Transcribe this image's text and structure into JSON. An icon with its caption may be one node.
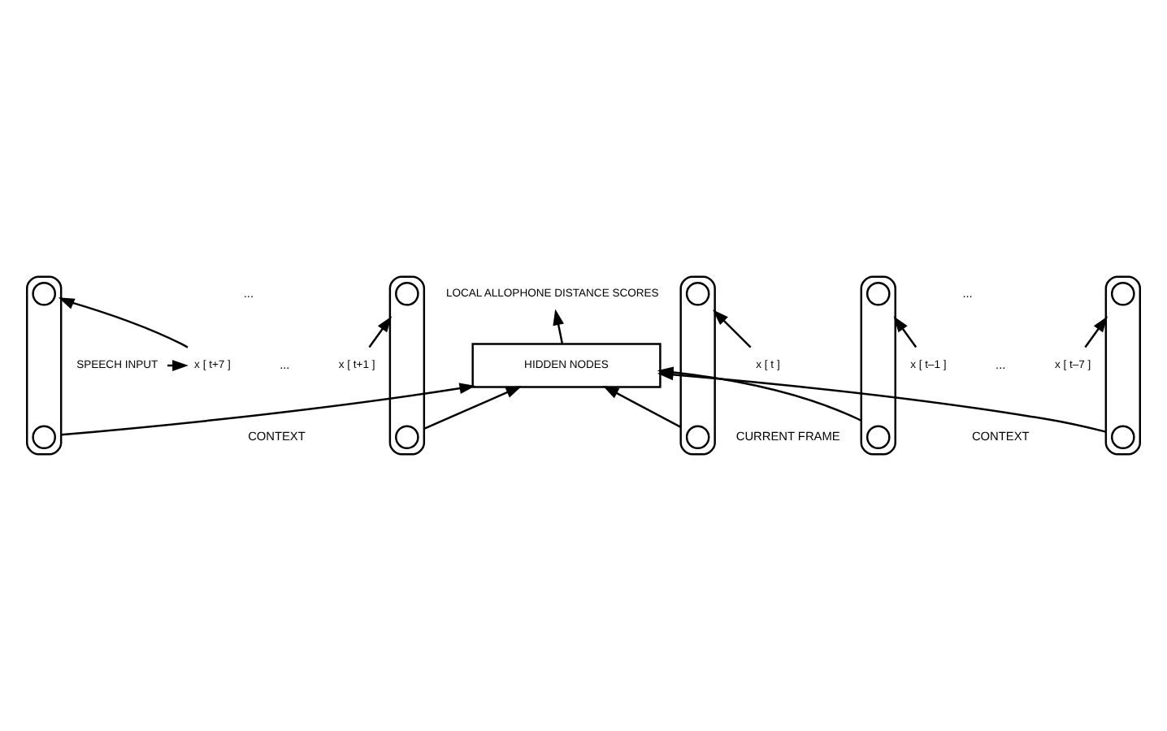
{
  "diagram": {
    "nodes": [
      {
        "text": [
          "LOCAL ALLOPHONE DISTANCE SCORES"
        ]
      },
      {
        "text": [
          "HIDDEN NODES"
        ]
      },
      {
        "text": [],
        "shape": "capsule"
      },
      {
        "text": [],
        "shape": "circle",
        "in": 2
      },
      {
        "text": [],
        "shape": "circle",
        "in": 2
      },
      {
        "text": [],
        "shape": "capsule"
      },
      {
        "text": [],
        "shape": "circle",
        "in": 5
      },
      {
        "text": [],
        "shape": "circle",
        "in": 5
      },
      {
        "text": [],
        "shape": "capsule"
      },
      {
        "text": [],
        "shape": "circle",
        "in": 8
      },
      {
        "text": [],
        "shape": "circle",
        "in": 8
      },
      {
        "text": [],
        "shape": "capsule"
      },
      {
        "text": [],
        "shape": "circle",
        "in": 11
      },
      {
        "text": [],
        "shape": "circle",
        "in": 11
      },
      {
        "text": [],
        "shape": "capsule"
      },
      {
        "text": [],
        "shape": "circle",
        "in": 14
      },
      {
        "text": [],
        "shape": "circle",
        "in": 14
      },
      {
        "text": [
          "SPEECH INPUT"
        ]
      },
      {
        "text": [
          "x [ t+7 ]"
        ]
      },
      {
        "text": [
          "x [ t+1 ]"
        ]
      },
      {
        "text": [
          "x [ t ]"
        ]
      },
      {
        "text": [
          "x [ t–1 ]"
        ]
      },
      {
        "text": [
          "x [ t–7 ]"
        ]
      }
    ],
    "edges": [
      {
        "from": 1,
        "to": 0,
        "arrow": "to"
      },
      {
        "from": 2,
        "to": 1,
        "arrow": "to"
      },
      {
        "from": 5,
        "to": 1,
        "arrow": "to"
      },
      {
        "from": 8,
        "to": 1,
        "arrow": "to"
      },
      {
        "from": 11,
        "to": 1,
        "arrow": "to"
      },
      {
        "from": 14,
        "to": 1,
        "arrow": "to"
      },
      {
        "from": 18,
        "to": 2,
        "arrow": "to"
      },
      {
        "from": 19,
        "to": 5,
        "arrow": "to"
      },
      {
        "from": 20,
        "to": 8,
        "arrow": "to"
      },
      {
        "from": 21,
        "to": 11,
        "arrow": "to"
      },
      {
        "from": 22,
        "to": 14,
        "arrow": "to"
      },
      {
        "from": 17,
        "to": 18,
        "arrow": "to"
      }
    ],
    "labels": [
      "...",
      "...",
      "...",
      "...",
      "CONTEXT",
      "CURRENT FRAME",
      "CONTEXT"
    ]
  }
}
